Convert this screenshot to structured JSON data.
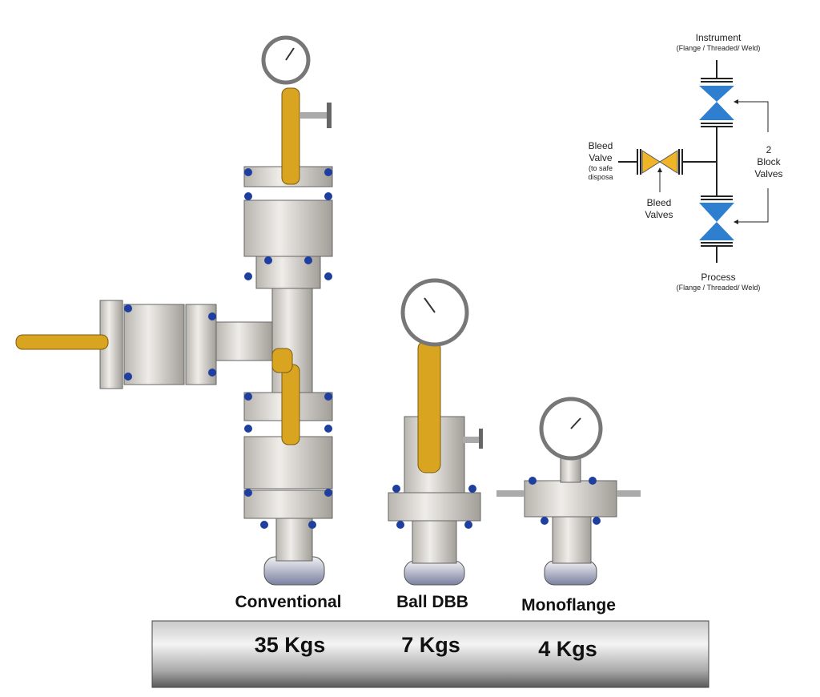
{
  "assemblies": [
    {
      "name": "Conventional",
      "weight": "35 Kgs"
    },
    {
      "name": "Ball DBB",
      "weight": "7 Kgs"
    },
    {
      "name": "Monoflange",
      "weight": "4 Kgs"
    }
  ],
  "schematic": {
    "instrument": "Instrument",
    "instrument_sub": "(Flange / Threaded/ Weld)",
    "process": "Process",
    "process_sub": "(Flange / Threaded/ Weld)",
    "bleed_valve_line1": "Bleed",
    "bleed_valve_line2": "Valve",
    "bleed_valve_line3": "(to safe",
    "bleed_valve_line4": "disposa",
    "bleed_valves_line1": "Bleed",
    "bleed_valves_line2": "Valves",
    "block_line1": "2",
    "block_line2": "Block",
    "block_line3": "Valves"
  },
  "colors": {
    "block_valve": "#2f7fd0",
    "bleed_valve": "#f0b429",
    "handle": "#d9a520",
    "bolt": "#1f3fa0"
  }
}
